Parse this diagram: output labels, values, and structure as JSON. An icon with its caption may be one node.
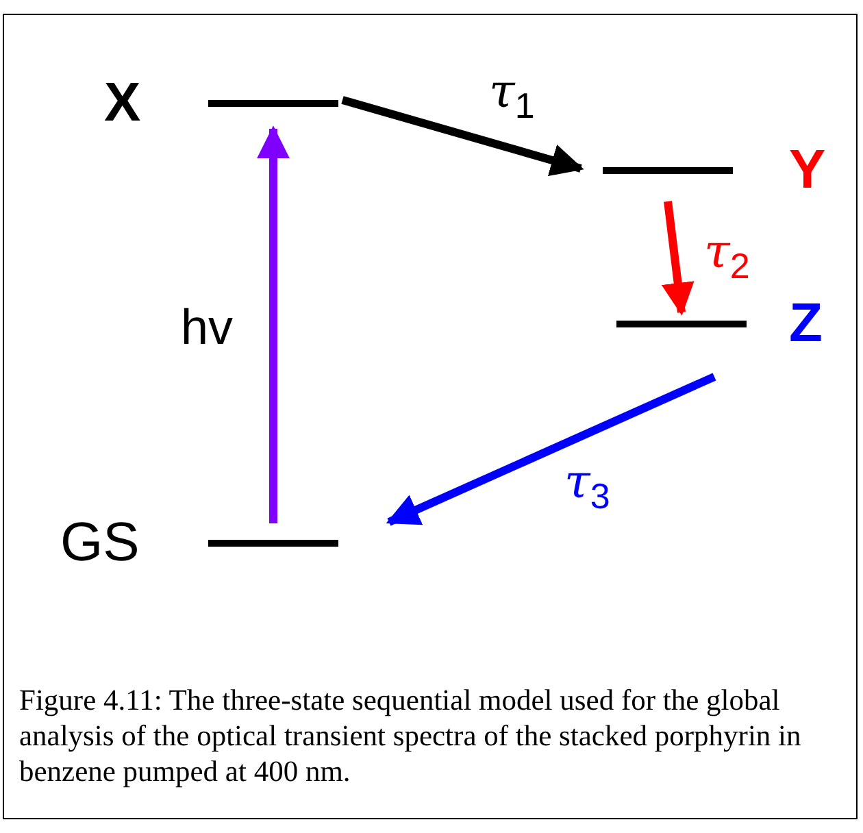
{
  "diagram": {
    "caption": "Figure 4.11: The three-state sequential model used for the global analysis of the optical transient spectra of the stacked porphyrin in benzene pumped at 400 nm.",
    "nodes": [
      {
        "text": [
          "X"
        ]
      },
      {
        "text": [
          "Y"
        ]
      },
      {
        "text": [
          "Z"
        ]
      },
      {
        "text": [
          "GS"
        ]
      }
    ],
    "edges": [
      {
        "from": 0,
        "to": 1,
        "arrow": "to",
        "label": "τ$_{1}$",
        "color": "#000000"
      },
      {
        "from": 1,
        "to": 2,
        "arrow": "to",
        "label": "τ$_{2}$",
        "color": "#ff0000"
      },
      {
        "from": 2,
        "to": 3,
        "arrow": "to",
        "label": "τ$_{3}$",
        "color": "#0000ff"
      },
      {
        "from": 3,
        "to": 0,
        "arrow": "to",
        "label": "hv",
        "color": "#8000ff"
      }
    ]
  }
}
